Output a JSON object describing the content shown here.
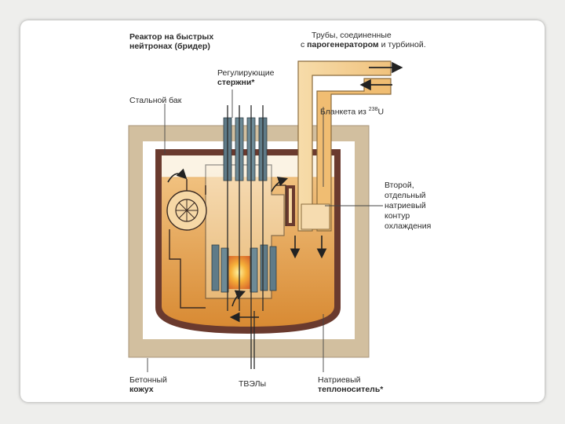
{
  "title_line1": "Реактор на быстрых",
  "title_line2": "нейтронах (бридер)",
  "pipes_line1": "Трубы, соединенные",
  "pipes_line2_prefix": "с ",
  "pipes_line2_bold": "парогенератором",
  "pipes_line2_suffix": " и турбиной.",
  "rods_line1": "Регулирующие",
  "rods_line2": "стержни*",
  "tank": "Стальной бак",
  "blanket_prefix": "Бланкета из ",
  "blanket_sup": "238",
  "blanket_suffix": "U",
  "loop_line1": "Второй,",
  "loop_line2": "отдельный",
  "loop_line3": "натриевый",
  "loop_line4": "контур",
  "loop_line5": "охлаждения",
  "concrete_line1": "Бетонный",
  "concrete_line2": "кожух",
  "fuel": "ТВЭЛы",
  "coolant_line1": "Натриевый",
  "coolant_line2": "теплоноситель*",
  "colors": {
    "concrete": "#d2bf9f",
    "steel_tank": "#6a3a2e",
    "sodium_light": "#f6d9a2",
    "sodium_dark": "#d9903d",
    "rods": "#5f7b88",
    "core_hot": "#f6c23b",
    "background": "#eeeeec"
  }
}
